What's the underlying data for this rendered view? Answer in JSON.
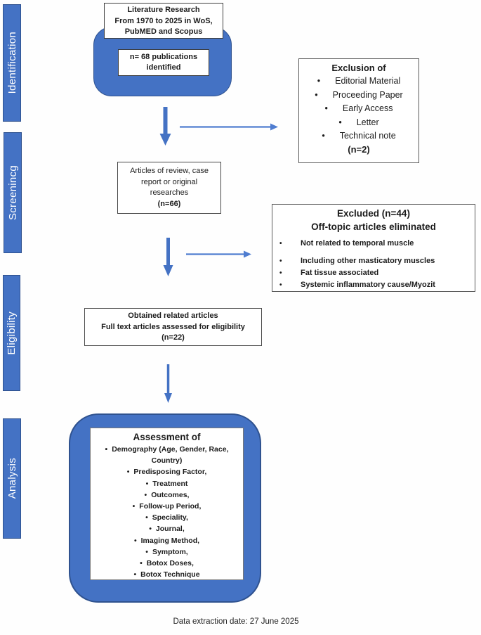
{
  "sidebar": {
    "items": [
      {
        "label": "Identification"
      },
      {
        "label": "Screenincg"
      },
      {
        "label": "Eligibility"
      },
      {
        "label": "Analysis"
      }
    ]
  },
  "identification": {
    "literature_lines": [
      "Literature Research",
      "From 1970 to 2025 in WoS,",
      "PubMED and Scopus"
    ],
    "identified_lines": [
      "n= 68 publications",
      "identified"
    ]
  },
  "exclusion": {
    "title": "Exclusion of",
    "items": [
      "Editorial Material",
      "Proceeding Paper",
      "Early Access",
      "Letter",
      "Technical note"
    ],
    "count": "(n=2)"
  },
  "screening": {
    "lines": [
      "Articles of review, case",
      "report or original",
      "researches"
    ],
    "count": "(n=66)"
  },
  "excluded": {
    "title_lines": [
      "Excluded (n=44)",
      "Off-topic articles eliminated"
    ],
    "items": [
      "Not related to temporal muscle",
      "Including other masticatory muscles",
      "Fat tissue associated",
      "Systemic inflammatory cause/Myozit"
    ]
  },
  "eligibility": {
    "lines": [
      "Obtained related articles",
      "Full text articles assessed for eligibility",
      "(n=22)"
    ]
  },
  "analysis": {
    "title": "Assessment of",
    "items": [
      "Demography (Age, Gender, Race, Country)",
      "Predisposing Factor,",
      "Treatment",
      "Outcomes,",
      "Follow-up Period,",
      "Speciality,",
      "Journal,",
      "Imaging Method,",
      "Symptom,",
      "Botox Doses,",
      "Botox Technique"
    ]
  },
  "footer": {
    "note": "Data extraction date: 27 June 2025"
  },
  "colors": {
    "blue_fill": "#4472C4",
    "blue_border": "#2F528F",
    "down_arrow": "#4472C4",
    "right_arrow": "#4f7dd0",
    "box_border": "#595959"
  }
}
